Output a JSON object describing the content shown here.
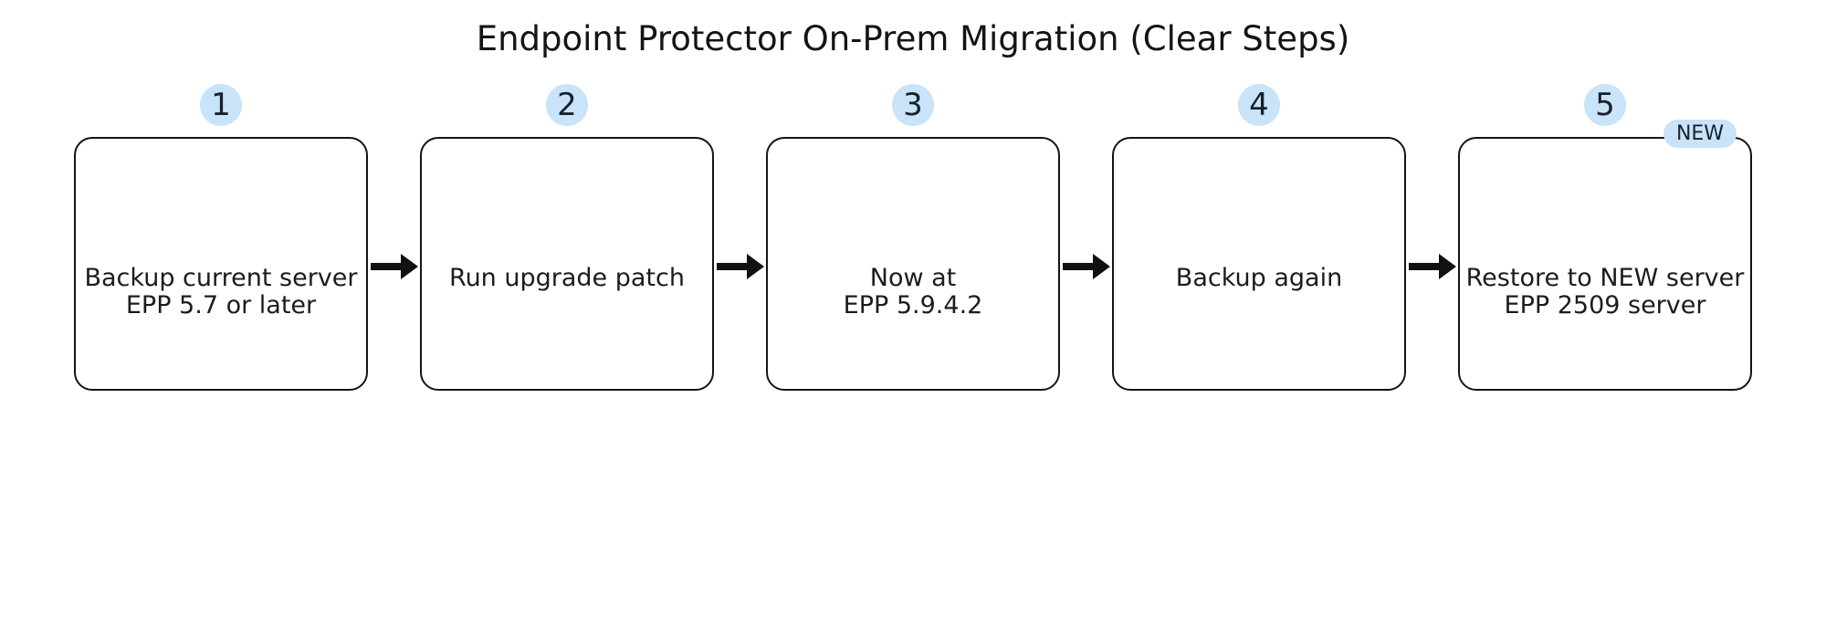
{
  "title": "Endpoint Protector On-Prem Migration (Clear Steps)",
  "colors": {
    "accent_blue": "#c9e3f9",
    "ink": "#141414"
  },
  "steps": [
    {
      "number": "1",
      "label": "Backup current server\nEPP 5.7 or later"
    },
    {
      "number": "2",
      "label": "Run upgrade patch"
    },
    {
      "number": "3",
      "label": "Now at\nEPP 5.9.4.2"
    },
    {
      "number": "4",
      "label": "Backup again"
    },
    {
      "number": "5",
      "label": "Restore to NEW server\nEPP 2509 server",
      "badge": "NEW"
    }
  ]
}
